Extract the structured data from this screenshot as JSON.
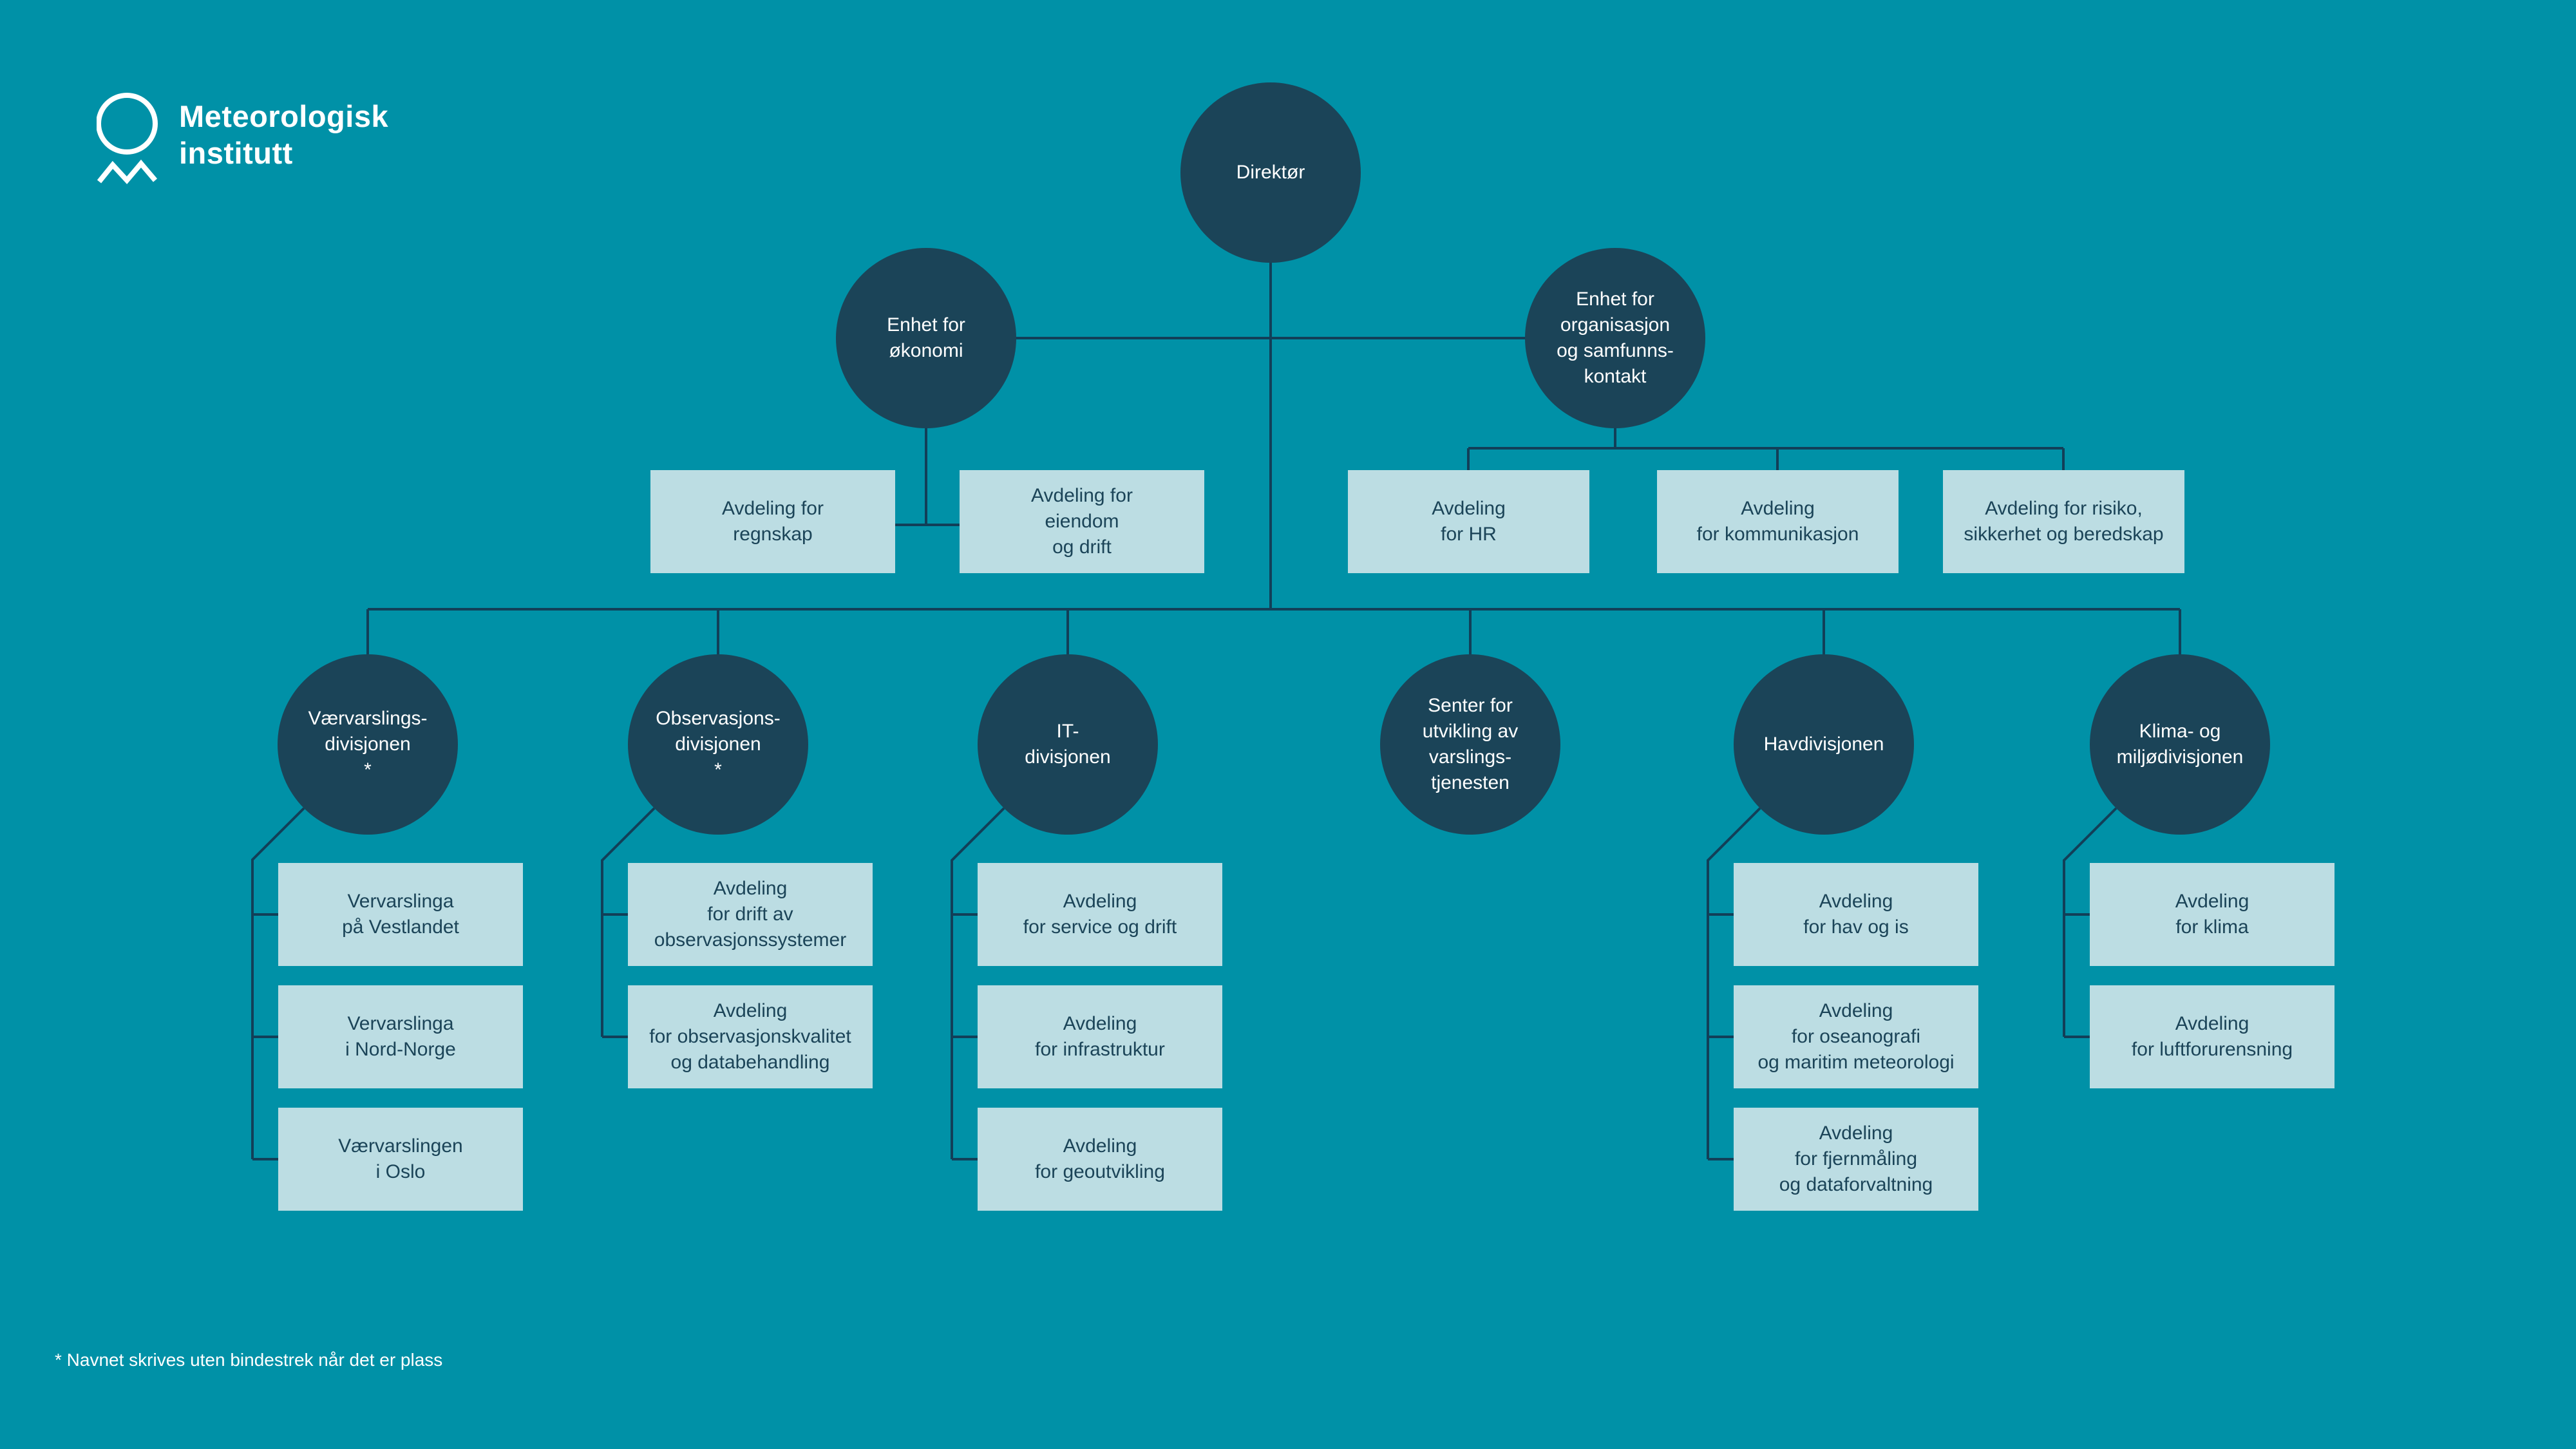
{
  "logo": {
    "text": "Meteorologisk\ninstitutt"
  },
  "colors": {
    "background": "#0091a7",
    "node_fill": "#1b4458",
    "box_fill": "#bcdde3",
    "connector_line": "#123f58",
    "text_on_dark": "#ffffff",
    "text_on_light": "#1b4458"
  },
  "chart": {
    "root": {
      "label": "Direktør"
    },
    "staff_units": [
      {
        "label": "Enhet for\nøkonomi",
        "departments": [
          {
            "label": "Avdeling for\nregnskap"
          },
          {
            "label": "Avdeling for\neiendom\nog drift"
          }
        ]
      },
      {
        "label": "Enhet for\norganisasjon\nog samfunns-\nkontakt",
        "departments": [
          {
            "label": "Avdeling\nfor HR"
          },
          {
            "label": "Avdeling\nfor kommunikasjon"
          },
          {
            "label": "Avdeling for risiko,\nsikkerhet og beredskap"
          }
        ]
      }
    ],
    "divisions": [
      {
        "label": "Værvarslings-\ndivisjonen\n*",
        "departments": [
          {
            "label": "Vervarslinga\npå Vestlandet"
          },
          {
            "label": "Vervarslinga\ni Nord-Norge"
          },
          {
            "label": "Værvarslingen\ni Oslo"
          }
        ]
      },
      {
        "label": "Observasjons-\ndivisjonen\n*",
        "departments": [
          {
            "label": "Avdeling\nfor drift av\nobservasjonssystemer"
          },
          {
            "label": "Avdeling\nfor observasjonskvalitet\nog databehandling"
          }
        ]
      },
      {
        "label": "IT-\ndivisjonen",
        "departments": [
          {
            "label": "Avdeling\nfor service og drift"
          },
          {
            "label": "Avdeling\nfor infrastruktur"
          },
          {
            "label": "Avdeling\nfor geoutvikling"
          }
        ]
      },
      {
        "label": "Senter for\nutvikling av\nvarslings-\ntjenesten",
        "departments": []
      },
      {
        "label": "Havdivisjonen",
        "departments": [
          {
            "label": "Avdeling\nfor hav og is"
          },
          {
            "label": "Avdeling\nfor oseanografi\nog maritim meteorologi"
          },
          {
            "label": "Avdeling\nfor fjernmåling\nog dataforvaltning"
          }
        ]
      },
      {
        "label": "Klima- og\nmiljødivisjonen",
        "departments": [
          {
            "label": "Avdeling\nfor klima"
          },
          {
            "label": "Avdeling\nfor luftforurensning"
          }
        ]
      }
    ],
    "footnote": "* Navnet skrives uten bindestrek når det er plass"
  }
}
